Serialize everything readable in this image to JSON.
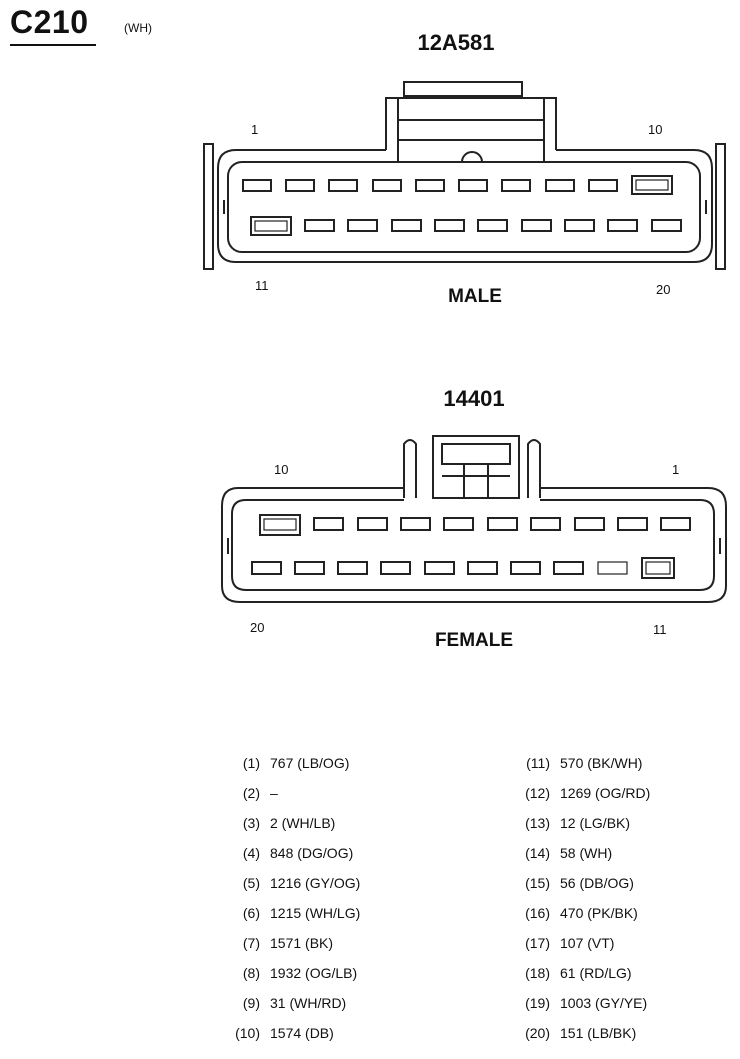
{
  "connector": {
    "id": "C210",
    "color": "(WH)"
  },
  "male": {
    "part_number": "12A581",
    "label": "MALE",
    "pin_labels": {
      "top_left": "1",
      "top_right": "10",
      "bottom_left": "11",
      "bottom_right": "20"
    }
  },
  "female": {
    "part_number": "14401",
    "label": "FEMALE",
    "pin_labels": {
      "top_left": "10",
      "top_right": "1",
      "bottom_left": "20",
      "bottom_right": "11"
    }
  },
  "pinout": [
    {
      "num": "(1)",
      "desc": "767 (LB/OG)"
    },
    {
      "num": "(2)",
      "desc": "–"
    },
    {
      "num": "(3)",
      "desc": "2 (WH/LB)"
    },
    {
      "num": "(4)",
      "desc": "848 (DG/OG)"
    },
    {
      "num": "(5)",
      "desc": "1216 (GY/OG)"
    },
    {
      "num": "(6)",
      "desc": "1215 (WH/LG)"
    },
    {
      "num": "(7)",
      "desc": "1571 (BK)"
    },
    {
      "num": "(8)",
      "desc": "1932 (OG/LB)"
    },
    {
      "num": "(9)",
      "desc": "31 (WH/RD)"
    },
    {
      "num": "(10)",
      "desc": "1574 (DB)"
    },
    {
      "num": "(11)",
      "desc": "570 (BK/WH)"
    },
    {
      "num": "(12)",
      "desc": "1269 (OG/RD)"
    },
    {
      "num": "(13)",
      "desc": "12 (LG/BK)"
    },
    {
      "num": "(14)",
      "desc": "58 (WH)"
    },
    {
      "num": "(15)",
      "desc": "56 (DB/OG)"
    },
    {
      "num": "(16)",
      "desc": "470 (PK/BK)"
    },
    {
      "num": "(17)",
      "desc": "107 (VT)"
    },
    {
      "num": "(18)",
      "desc": "61 (RD/LG)"
    },
    {
      "num": "(19)",
      "desc": "1003 (GY/YE)"
    },
    {
      "num": "(20)",
      "desc": "151 (LB/BK)"
    }
  ]
}
